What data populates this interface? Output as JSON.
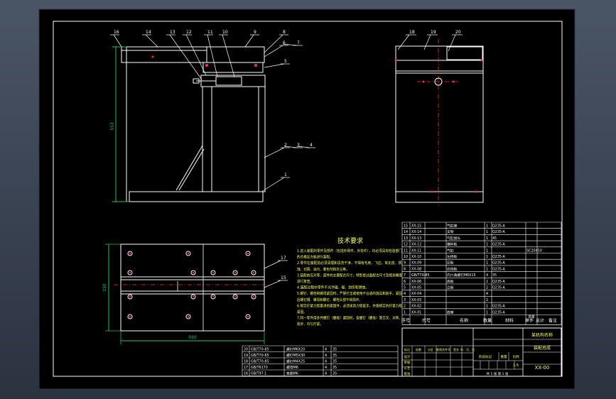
{
  "colors": {
    "background": "#000000",
    "border": "#ffffff",
    "dimension": "#22c55e",
    "centerline": "#ff3030",
    "note": "#ffff55",
    "leader": "#ffffff"
  },
  "front_view": {
    "callouts": [
      "16",
      "14",
      "13",
      "12",
      "11",
      "10",
      "9",
      "8",
      "6",
      "7",
      "5",
      "2",
      "3",
      "4",
      "1"
    ],
    "height_dim": "553"
  },
  "side_view": {
    "callouts": [
      "18",
      "19",
      "20"
    ]
  },
  "top_view": {
    "callouts": [
      "17",
      "15"
    ],
    "width_dim": "560",
    "height_dim": "250"
  },
  "notes": {
    "title": "技术要求",
    "lines": [
      "1.进入装配的零件及部件（包括外购件、外协件），均必须具有检验部门",
      "的合格证方能进行装配。",
      "2.零件在装配前必须清理和清洗干净，不得有毛刺、飞边、氧化皮、锈",
      "蚀、切屑、油污、着色剂和灰尘等。",
      "3.装配前应对零、部件的主要配合尺寸，特别是过盈配合尺寸及相关精度",
      "进行复查。",
      "4.装配过程中零件不允许磕、碰、划伤和锈蚀。",
      "5.螺钉、螺栓和螺母紧固时，严禁打击或使用不合适的旋具和扳手。紧固",
      "后螺钉槽、螺母和螺钉、螺栓头部不得损坏。",
      "6.规定拧紧力矩要求的紧固件，必须采用力矩扳手，并按规定的拧紧力矩",
      "紧固。",
      "7.同一零件用多件螺钉（螺栓）紧固时，各螺钉（螺栓）需交叉、对称、",
      "逐步、均匀拧紧。"
    ]
  },
  "bom_upper": {
    "rows": [
      [
        "15",
        "XX-15",
        "气缸座",
        "1",
        "Q235-A",
        "",
        ""
      ],
      [
        "14",
        "XX-14",
        "支架",
        "1",
        "Q235-A",
        "",
        ""
      ],
      [
        "13",
        "XX-13",
        "气缸接头",
        "1",
        "45",
        "",
        ""
      ],
      [
        "12",
        "XX-12",
        "推料板",
        "1",
        "Q235-A",
        "",
        ""
      ],
      [
        "11",
        "XX-11",
        "气缸",
        "1",
        "",
        "SC20X50",
        ""
      ],
      [
        "10",
        "XX-10",
        "左挡板",
        "1",
        "Q235-A",
        "",
        ""
      ],
      [
        "9",
        "XX-09",
        "压板",
        "1",
        "Q235-A",
        "",
        ""
      ],
      [
        "8",
        "XX-08",
        "右挡板",
        "1",
        "Q235-A",
        "",
        ""
      ],
      [
        "7",
        "GB/T70-85",
        "内六角螺钉M6X15",
        "4",
        "35",
        "",
        ""
      ],
      [
        "6",
        "XX-06",
        "底板",
        "1",
        "Q235-A",
        "",
        ""
      ],
      [
        "5",
        "XX-05",
        "立板",
        "2",
        "Q235-A",
        "",
        ""
      ],
      [
        "4",
        "XX-04",
        "",
        "4",
        "",
        "",
        ""
      ],
      [
        "3",
        "XX-03",
        "",
        "2",
        "",
        "",
        ""
      ],
      [
        "2",
        "XX-02",
        "",
        "1",
        "Q235-A",
        "",
        ""
      ],
      [
        "1",
        "XX-01",
        "底座",
        "1",
        "Q235-A",
        "",
        ""
      ]
    ],
    "header": [
      "序号",
      "代号",
      "名称",
      "数量",
      "材料",
      "单件",
      "总计",
      "备注"
    ],
    "weight_label": "质量"
  },
  "bom_lower": {
    "rows": [
      [
        "20",
        "GB/T70-85",
        "螺钉M6X20",
        "4",
        "35"
      ],
      [
        "19",
        "GB/T70-85",
        "螺钉M5X30",
        "4",
        "35"
      ],
      [
        "18",
        "GB/T70-85",
        "螺钉M4X25",
        "4",
        "35"
      ],
      [
        "17",
        "GB/T6170",
        "螺母M6",
        "4",
        "35"
      ],
      [
        "16",
        "GB/T97.1",
        "垫圈M6",
        "4",
        "35"
      ]
    ]
  },
  "title_block": {
    "company": "某机构名称",
    "drawing_name": "装配总成",
    "drawing_no": "XX-00",
    "scale_label": "比例",
    "scale": "1:5",
    "sheet": "共 1 张 第 1 张",
    "rows": [
      "标记",
      "处数",
      "分区",
      "更改文件号",
      "签名",
      "年、月、日"
    ],
    "roles": [
      "设计",
      "审核",
      "工艺",
      "批准"
    ],
    "stage_label": "阶段标记",
    "weight_label": "重量"
  }
}
